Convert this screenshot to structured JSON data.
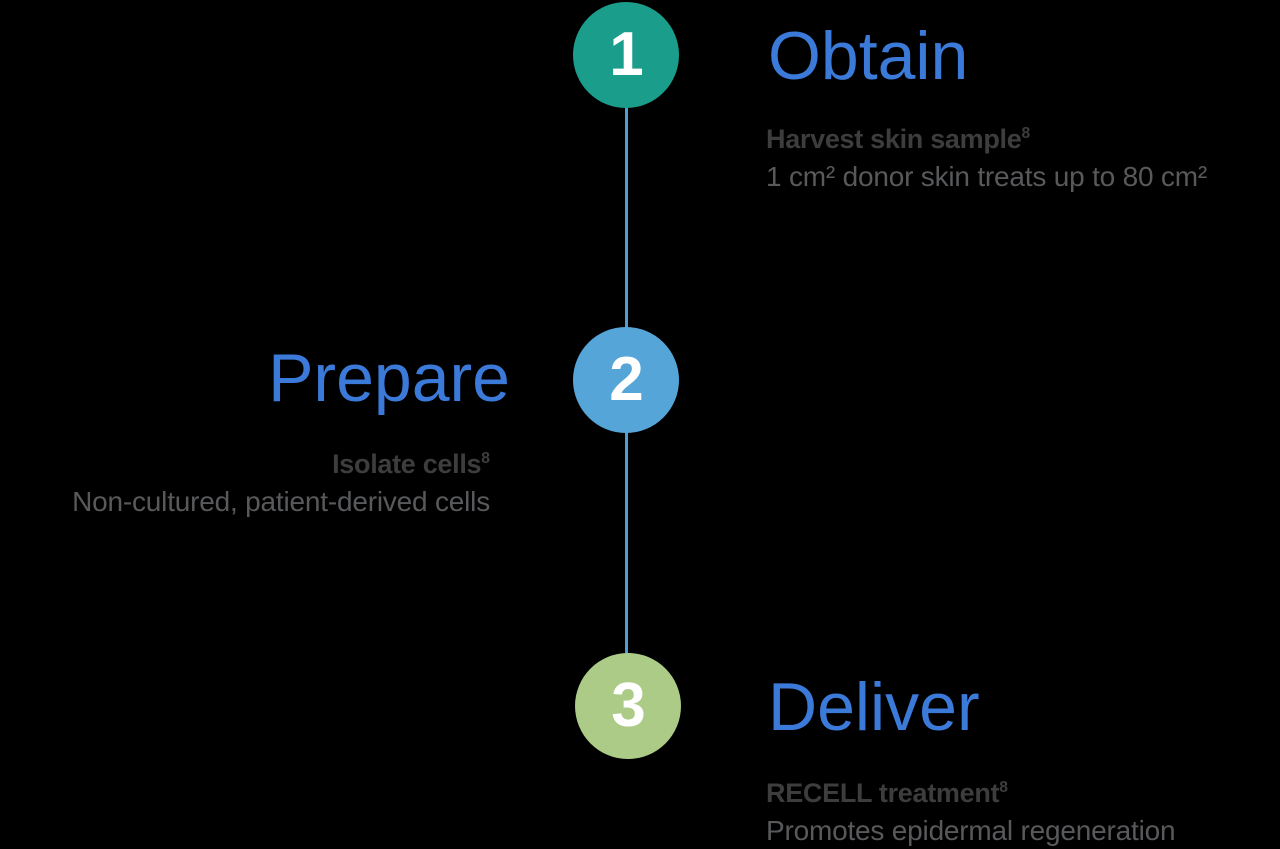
{
  "background_color": "#000000",
  "timeline": {
    "line_color": "#4d9fd4",
    "heading_color": "#3b7ad9",
    "label_color": "#3d3d3d",
    "description_color": "#58595b",
    "number_color": "#ffffff",
    "steps": [
      {
        "number": "1",
        "title": "Obtain",
        "circle_color": "#1a9d8b",
        "label": "Harvest skin sample",
        "label_citation": "8",
        "description": "1 cm² donor skin treats up to 80 cm²"
      },
      {
        "number": "2",
        "title": "Prepare",
        "circle_color": "#55a5d8",
        "label": "Isolate cells",
        "label_citation": "8",
        "description": "Non-cultured, patient-derived cells"
      },
      {
        "number": "3",
        "title": "Deliver",
        "circle_color": "#abcb86",
        "label": "RECELL treatment",
        "label_citation": "8",
        "description": "Promotes epidermal regeneration"
      }
    ]
  }
}
